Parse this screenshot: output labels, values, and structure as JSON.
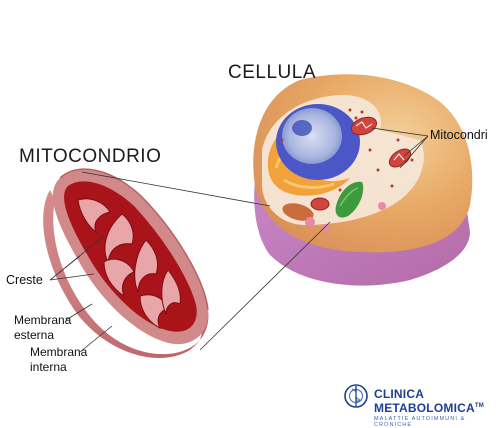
{
  "labels": {
    "cell_title": "CELLULA",
    "mito_title": "MITOCONDRIO",
    "mitocondri": "Mitocondri",
    "creste": "Creste",
    "membrana_esterna_1": "Membrana",
    "membrana_esterna_2": "esterna",
    "membrana_interna_1": "Membrana",
    "membrana_interna_2": "interna"
  },
  "logo": {
    "name": "CLINICA METABOLOMICA",
    "tm": "TM",
    "subtitle": "MALATTIE AUTOIMMUNI & CRONICHE"
  },
  "colors": {
    "mito_outer": "#d2898a",
    "mito_inner": "#a8141a",
    "cell_body": "#e8a964",
    "cell_base": "#c97bb8",
    "nucleus": "#4b57c7",
    "logo_blue": "#1d3f8f"
  }
}
